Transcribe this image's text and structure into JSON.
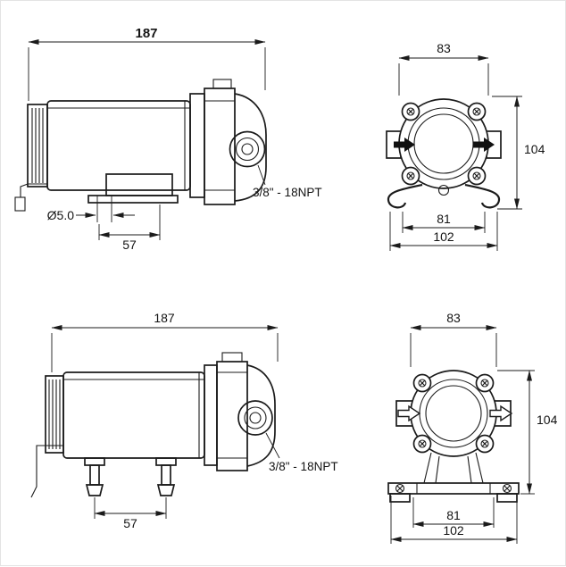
{
  "views": {
    "top_side": {
      "length": "187",
      "hole_dia": "Ø5.0",
      "foot_spacing": "57",
      "port": "3/8\" - 18NPT"
    },
    "top_front": {
      "width": "83",
      "height": "104",
      "inner_width": "81",
      "outer_width": "102"
    },
    "bottom_side": {
      "length": "187",
      "foot_spacing": "57",
      "port": "3/8\" - 18NPT"
    },
    "bottom_front": {
      "width": "83",
      "height": "104",
      "inner_width": "81",
      "outer_width": "102"
    }
  }
}
